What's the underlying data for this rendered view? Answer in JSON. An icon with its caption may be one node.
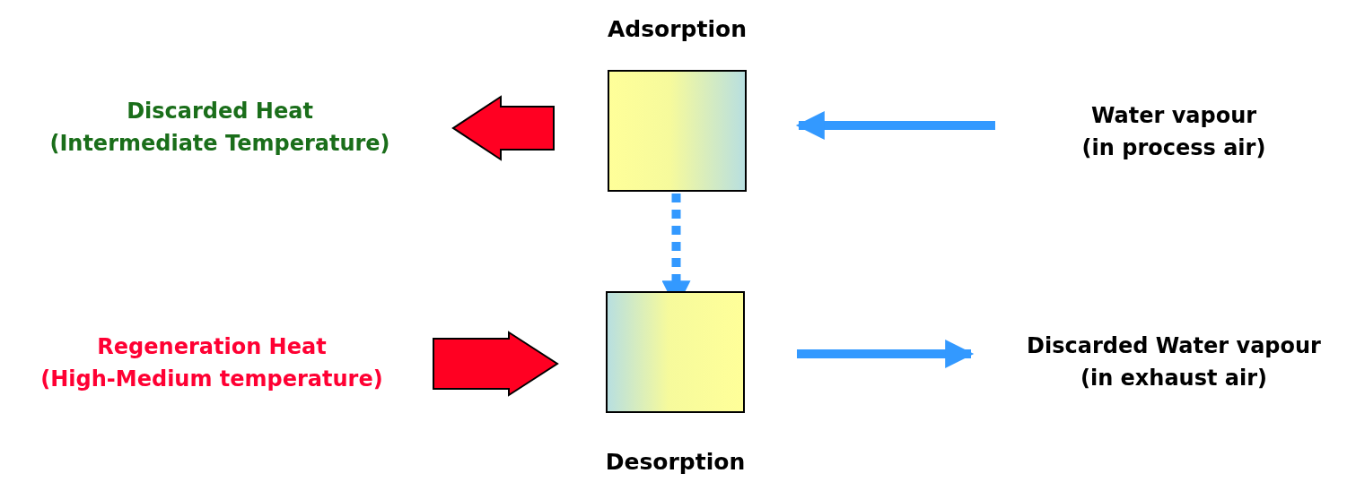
{
  "diagram": {
    "nodes": [
      {
        "text": [
          "Adsorption"
        ]
      },
      {
        "text": [
          "Desorption"
        ]
      },
      {
        "text": [
          "Discarded Heat (Intermediate Temperature)"
        ]
      },
      {
        "text": [
          "Water vapour (in process air)"
        ]
      },
      {
        "text": [
          "Regeneration Heat (High-Medium temperature)"
        ]
      },
      {
        "text": [
          "Discarded Water vapour (in exhaust air)"
        ]
      }
    ],
    "edges": [
      {
        "from": 0,
        "to": 2,
        "arrow": "to",
        "style": "thick",
        "color": "#ff0022"
      },
      {
        "from": 3,
        "to": 0,
        "arrow": "to"
      },
      {
        "from": 0,
        "to": 1,
        "arrow": "to",
        "style": "dashed"
      },
      {
        "from": 4,
        "to": 1,
        "arrow": "to",
        "style": "thick",
        "color": "#ff0022"
      },
      {
        "from": 1,
        "to": 5,
        "arrow": "to"
      }
    ]
  }
}
